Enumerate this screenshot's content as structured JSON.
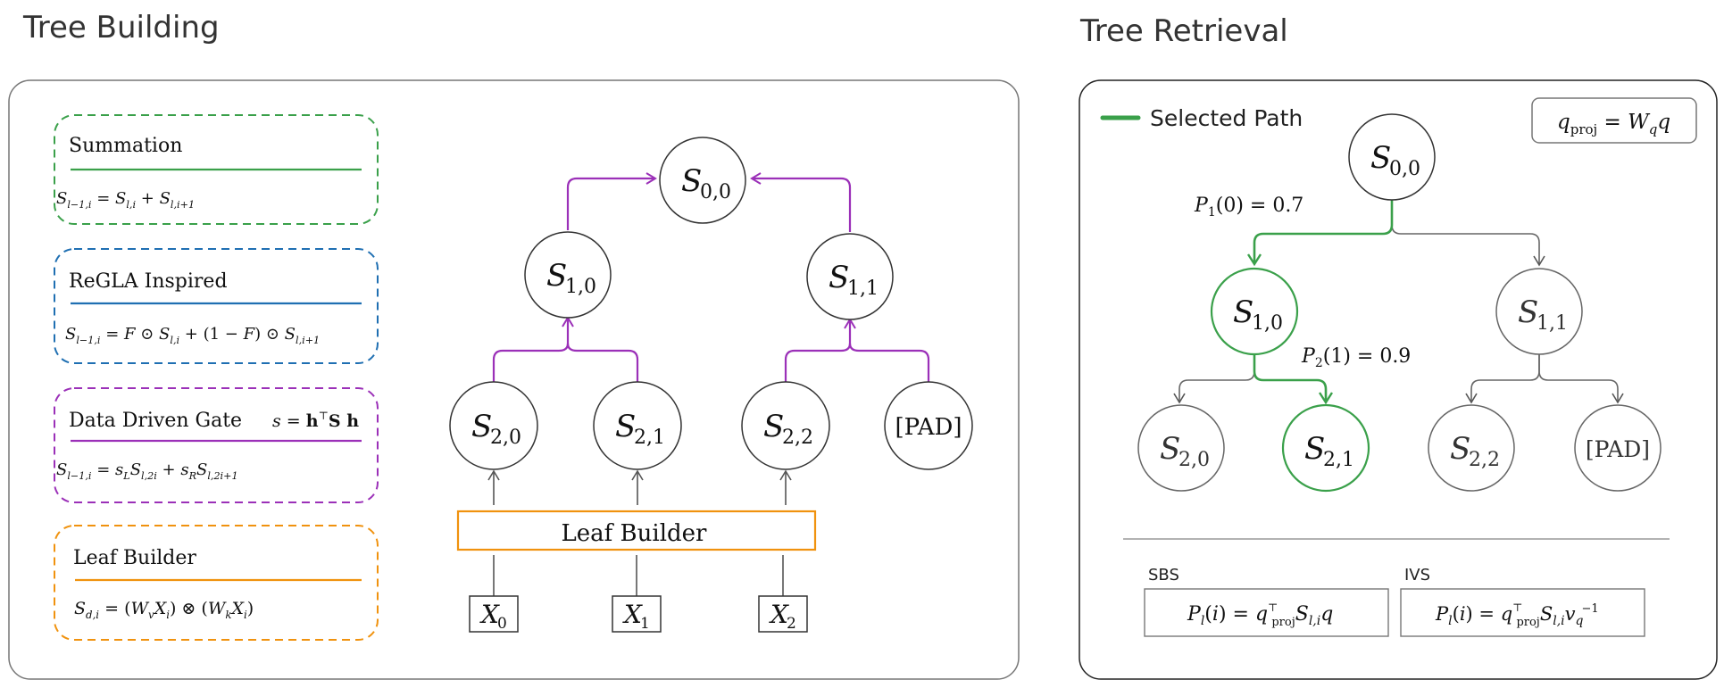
{
  "titles": {
    "building": "Tree Building",
    "retrieval": "Tree Retrieval"
  },
  "methods": [
    {
      "title": "Summation",
      "formula": "S_{l−1,i} = S_{l,i} + S_{l,i+1}",
      "color": "#3aa04a"
    },
    {
      "title": "ReGLA Inspired",
      "formula": "S_{l−1,i} = F ⊙ S_{l,i} + (1 − F) ⊙ S_{l,i+1}",
      "color": "#1f6fb2"
    },
    {
      "title": "Data Driven Gate",
      "title_extra": "s = h⊤S h",
      "formula": "S_{l−1,i} = s_L S_{l,2i} + s_R S_{l,2i+1}",
      "color": "#9b30b8"
    },
    {
      "title": "Leaf Builder",
      "formula": "S_{d,i} = (W_v X_i) ⊗ (W_k X_i)",
      "color": "#f0920e"
    }
  ],
  "build_tree": {
    "root": "S0,0",
    "level1": [
      "S1,0",
      "S1,1"
    ],
    "level2": [
      "S2,0",
      "S2,1",
      "S2,2",
      "[PAD]"
    ],
    "leaf_builder_label": "Leaf Builder",
    "inputs": [
      "X0",
      "X1",
      "X2"
    ],
    "arrow_color": "#9b30b8",
    "leaf_color": "#f0920e"
  },
  "retrieval": {
    "legend_label": "Selected Path",
    "legend_color": "#3aa04a",
    "query_formula": "q_proj = W_q q",
    "root": "S0,0",
    "level1": [
      "S1,0",
      "S1,1"
    ],
    "level2": [
      "S2,0",
      "S2,1",
      "S2,2",
      "[PAD]"
    ],
    "p1_label": "P1(0) = 0.7",
    "p2_label": "P2(1) = 0.9",
    "sbs_label": "SBS",
    "sbs_formula": "P_l(i) = q_proj⊤ S_{l,i} q",
    "ivs_label": "IVS",
    "ivs_formula": "P_l(i) = q_proj⊤ S_{l,i} v_q^{−1}"
  }
}
